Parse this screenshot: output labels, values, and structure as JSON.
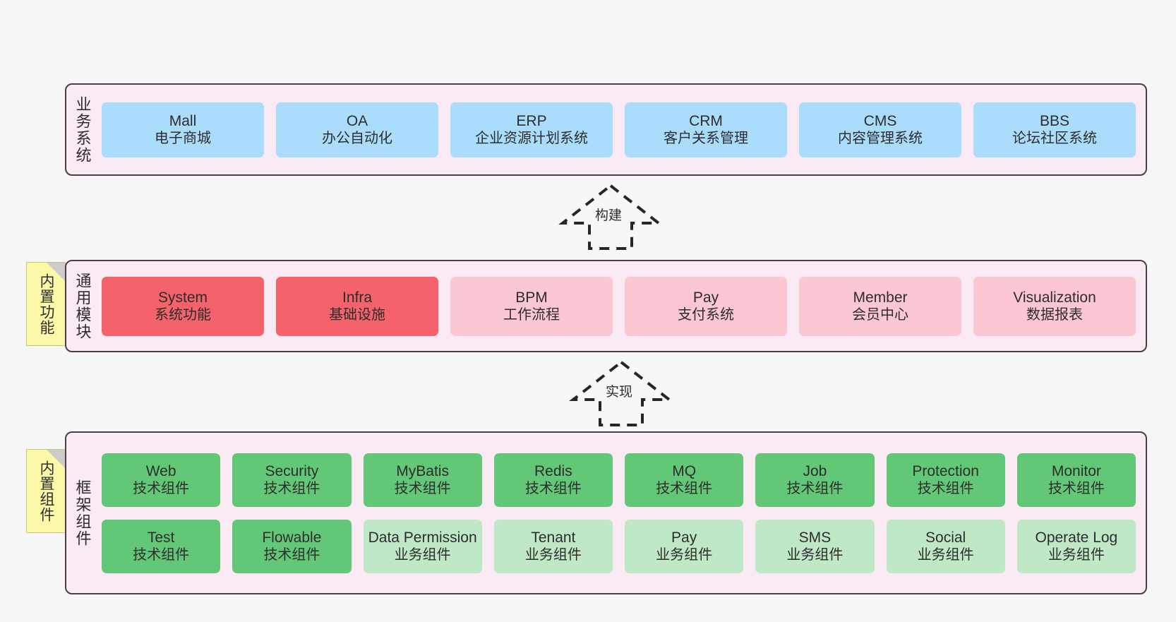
{
  "diagram": {
    "background_color": "#f7f7f7",
    "layer_fill": "#f9eaf4",
    "layer_border": "#4a3f47",
    "note_color": "#fbf8a8"
  },
  "layers": [
    {
      "id": "business-system",
      "title": "业务系统",
      "note": null,
      "rows": [
        {
          "cards": [
            {
              "name": "Mall",
              "sub": "电子商城",
              "color": "#aadcfb",
              "style": "blue"
            },
            {
              "name": "OA",
              "sub": "办公自动化",
              "color": "#aadcfb",
              "style": "blue"
            },
            {
              "name": "ERP",
              "sub": "企业资源计划系统",
              "color": "#aadcfb",
              "style": "blue"
            },
            {
              "name": "CRM",
              "sub": "客户关系管理",
              "color": "#aadcfb",
              "style": "blue"
            },
            {
              "name": "CMS",
              "sub": "内容管理系统",
              "color": "#aadcfb",
              "style": "blue"
            },
            {
              "name": "BBS",
              "sub": "论坛社区系统",
              "color": "#aadcfb",
              "style": "blue"
            }
          ]
        }
      ]
    },
    {
      "id": "common-module",
      "title": "通用模块",
      "note": "内置功能",
      "rows": [
        {
          "cards": [
            {
              "name": "System",
              "sub": "系统功能",
              "color": "#f4626b",
              "style": "red"
            },
            {
              "name": "Infra",
              "sub": "基础设施",
              "color": "#f4626b",
              "style": "red"
            },
            {
              "name": "BPM",
              "sub": "工作流程",
              "color": "#fbc7d2",
              "style": "pink"
            },
            {
              "name": "Pay",
              "sub": "支付系统",
              "color": "#fbc7d2",
              "style": "pink"
            },
            {
              "name": "Member",
              "sub": "会员中心",
              "color": "#fbc7d2",
              "style": "pink"
            },
            {
              "name": "Visualization",
              "sub": "数据报表",
              "color": "#fbc7d2",
              "style": "pink"
            }
          ]
        }
      ]
    },
    {
      "id": "framework-component",
      "title": "框架组件",
      "note": "内置组件",
      "rows": [
        {
          "cards": [
            {
              "name": "Web",
              "sub": "技术组件",
              "color": "#62c878",
              "style": "green"
            },
            {
              "name": "Security",
              "sub": "技术组件",
              "color": "#62c878",
              "style": "green"
            },
            {
              "name": "MyBatis",
              "sub": "技术组件",
              "color": "#62c878",
              "style": "green"
            },
            {
              "name": "Redis",
              "sub": "技术组件",
              "color": "#62c878",
              "style": "green"
            },
            {
              "name": "MQ",
              "sub": "技术组件",
              "color": "#62c878",
              "style": "green"
            },
            {
              "name": "Job",
              "sub": "技术组件",
              "color": "#62c878",
              "style": "green"
            },
            {
              "name": "Protection",
              "sub": "技术组件",
              "color": "#62c878",
              "style": "green"
            },
            {
              "name": "Monitor",
              "sub": "技术组件",
              "color": "#62c878",
              "style": "green"
            }
          ]
        },
        {
          "cards": [
            {
              "name": "Test",
              "sub": "技术组件",
              "color": "#62c878",
              "style": "green"
            },
            {
              "name": "Flowable",
              "sub": "技术组件",
              "color": "#62c878",
              "style": "green"
            },
            {
              "name": "Data Permission",
              "sub": "业务组件",
              "color": "#bfe8c7",
              "style": "lightgreen"
            },
            {
              "name": "Tenant",
              "sub": "业务组件",
              "color": "#bfe8c7",
              "style": "lightgreen"
            },
            {
              "name": "Pay",
              "sub": "业务组件",
              "color": "#bfe8c7",
              "style": "lightgreen"
            },
            {
              "name": "SMS",
              "sub": "业务组件",
              "color": "#bfe8c7",
              "style": "lightgreen"
            },
            {
              "name": "Social",
              "sub": "业务组件",
              "color": "#bfe8c7",
              "style": "lightgreen"
            },
            {
              "name": "Operate Log",
              "sub": "业务组件",
              "color": "#bfe8c7",
              "style": "lightgreen"
            }
          ]
        }
      ]
    }
  ],
  "connectors": [
    {
      "id": "build",
      "label": "构建",
      "from": "common-module",
      "to": "business-system"
    },
    {
      "id": "implement",
      "label": "实现",
      "from": "framework-component",
      "to": "common-module"
    }
  ]
}
